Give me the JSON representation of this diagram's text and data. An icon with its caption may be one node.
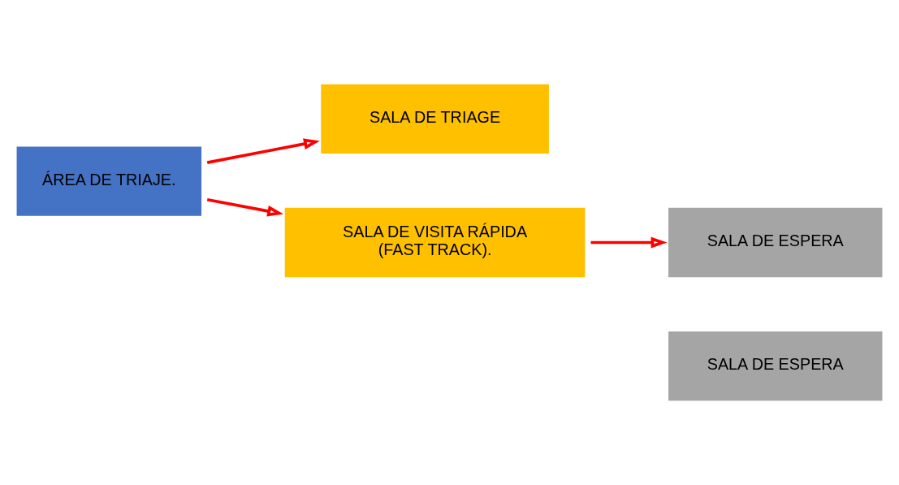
{
  "diagram": {
    "nodes": [
      {
        "text": [
          "SALA DE TRIAGE"
        ]
      },
      {
        "text": [
          "SALA DE VISITA RÁPIDA (FAST TRACK)."
        ]
      },
      {
        "text": [
          "ÁREA DE TRIAJE."
        ]
      },
      {
        "text": [
          "SALA DE ESPERA"
        ]
      },
      {
        "text": [
          "SALA DE ESPERA"
        ]
      }
    ],
    "edges": [
      {
        "from": 2,
        "to": 0,
        "arrow": "to"
      },
      {
        "from": 2,
        "to": 1,
        "arrow": "to"
      },
      {
        "from": 1,
        "to": 3,
        "arrow": "to"
      }
    ]
  }
}
